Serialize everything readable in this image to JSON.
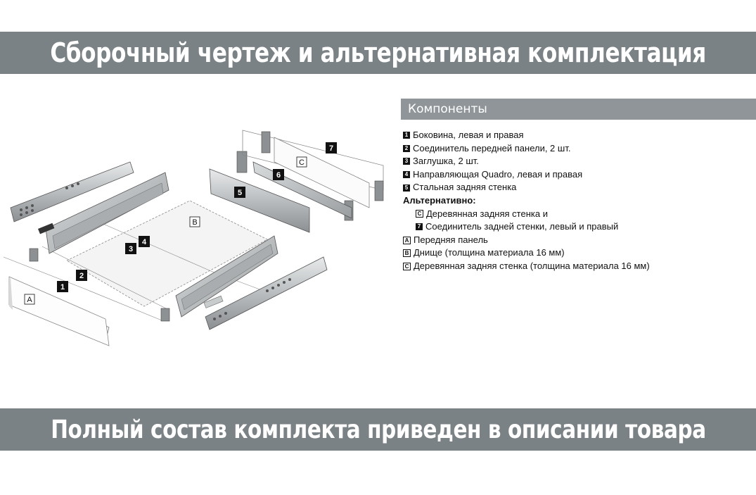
{
  "top_banner": "Сборочный чертеж и альтернативная комплектация",
  "bottom_banner": "Полный состав комплекта приведен в описании товара",
  "legend": {
    "title": "Компоненты",
    "items": [
      {
        "badge": "1",
        "style": "dark",
        "text": "Боковина, левая и правая"
      },
      {
        "badge": "2",
        "style": "dark",
        "text": "Соединитель передней панели, 2 шт."
      },
      {
        "badge": "3",
        "style": "dark",
        "text": "Заглушка, 2 шт."
      },
      {
        "badge": "4",
        "style": "dark",
        "text": "Направляющая Quadro, левая и правая"
      },
      {
        "badge": "5",
        "style": "dark",
        "text": "Стальная задняя стенка"
      },
      {
        "badge": "",
        "style": "heading",
        "text": "Альтернативно:"
      },
      {
        "badge": "C",
        "style": "box-indent",
        "text": "Деревянная задняя стенка и"
      },
      {
        "badge": "7",
        "style": "dark-indent",
        "text": "Соединитель задней стенки, левый и правый"
      },
      {
        "badge": "A",
        "style": "box",
        "text": "Передняя панель"
      },
      {
        "badge": "B",
        "style": "box",
        "text": "Днище (толщина материала 16 мм)"
      },
      {
        "badge": "C",
        "style": "box",
        "text": "Деревянная задняя стенка (толщина материала 16 мм)"
      }
    ]
  },
  "diagram_labels": {
    "l1": "1",
    "l2": "2",
    "l3": "3",
    "l4": "4",
    "l5": "5",
    "l6": "6",
    "l7": "7",
    "lA": "A",
    "lB": "B",
    "lC": "C"
  },
  "colors": {
    "banner": "#7b8286",
    "legend_header": "#8f9599"
  }
}
